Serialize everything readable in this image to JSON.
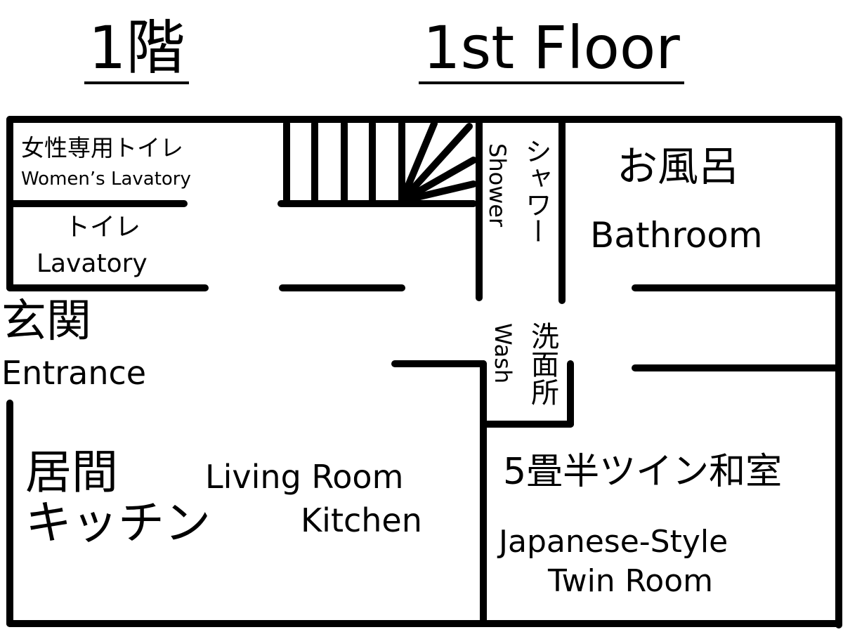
{
  "title": {
    "japanese": "1階",
    "english": "1st Floor"
  },
  "rooms": {
    "womens_lavatory": {
      "jp": "女性専用トイレ",
      "en": "Women’s Lavatory"
    },
    "lavatory": {
      "jp": "トイレ",
      "en": "Lavatory"
    },
    "entrance": {
      "jp": "玄関",
      "en": "Entrance"
    },
    "shower": {
      "jp": "シャワー",
      "en": "Shower"
    },
    "bathroom": {
      "jp": "お風呂",
      "en": "Bathroom"
    },
    "wash": {
      "jp": "洗面所",
      "en": "Wash"
    },
    "living": {
      "jp_line1": "居間",
      "jp_line2": "キッチン",
      "en_line1": "Living Room",
      "en_line2": "Kitchen"
    },
    "twin": {
      "jp": "5畳半ツイン和室",
      "en_line1": "Japanese-Style",
      "en_line2": "Twin Room"
    }
  }
}
